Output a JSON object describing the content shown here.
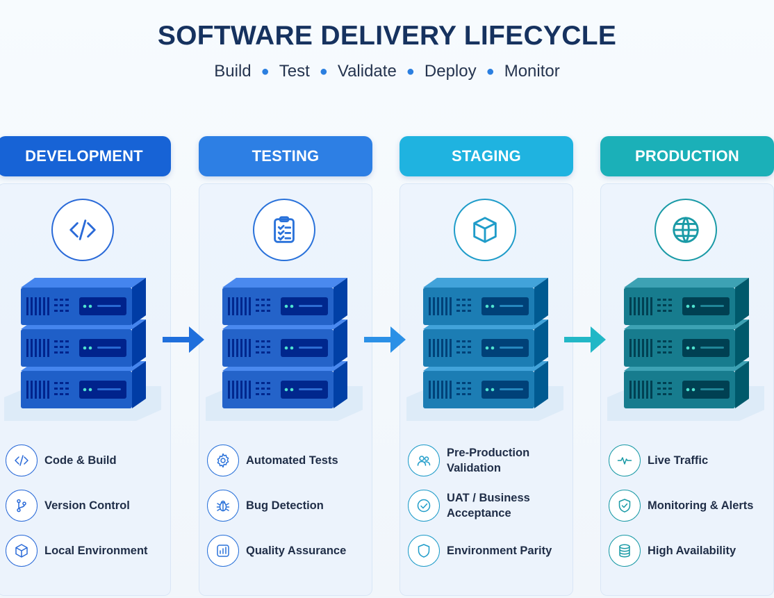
{
  "title": "SOFTWARE DELIVERY LIFECYCLE",
  "subtitle": [
    "Build",
    "Test",
    "Validate",
    "Deploy",
    "Monitor"
  ],
  "stages": [
    {
      "name": "DEVELOPMENT",
      "header_color": "#1763d6",
      "accent": "#2a6ad8",
      "server_color": "#1f5fc8",
      "top_icon": "code-icon",
      "features": [
        {
          "label": "Code & Build",
          "icon": "code-icon"
        },
        {
          "label": "Version Control",
          "icon": "branch-icon"
        },
        {
          "label": "Local Environment",
          "icon": "cube-icon"
        }
      ]
    },
    {
      "name": "TESTING",
      "header_color": "#2d7fe4",
      "accent": "#2a72da",
      "server_color": "#2463c9",
      "top_icon": "clipboard-icon",
      "features": [
        {
          "label": "Automated Tests",
          "icon": "gear-icon"
        },
        {
          "label": "Bug Detection",
          "icon": "bug-icon"
        },
        {
          "label": "Quality Assurance",
          "icon": "bar-chart-icon"
        }
      ]
    },
    {
      "name": "STAGING",
      "header_color": "#1fb3e0",
      "accent": "#1f9cc9",
      "server_color": "#1c7db4",
      "top_icon": "box-icon",
      "features": [
        {
          "label": "Pre-Production\nValidation",
          "icon": "users-icon"
        },
        {
          "label": "UAT / Business\nAcceptance",
          "icon": "check-circle-icon"
        },
        {
          "label": "Environment Parity",
          "icon": "shield-icon"
        }
      ]
    },
    {
      "name": "PRODUCTION",
      "header_color": "#1bb0b8",
      "accent": "#1a9aa6",
      "server_color": "#177c8e",
      "top_icon": "globe-icon",
      "features": [
        {
          "label": "Live Traffic",
          "icon": "pulse-icon"
        },
        {
          "label": "Monitoring & Alerts",
          "icon": "shield-check-icon"
        },
        {
          "label": "High Availability",
          "icon": "database-icon"
        }
      ]
    }
  ],
  "arrows": [
    {
      "color": "#1f6fdc",
      "icon": "arrow-right-icon"
    },
    {
      "color": "#2b90e6",
      "icon": "arrow-right-icon"
    },
    {
      "color": "#22b7c6",
      "icon": "arrow-right-icon"
    }
  ]
}
